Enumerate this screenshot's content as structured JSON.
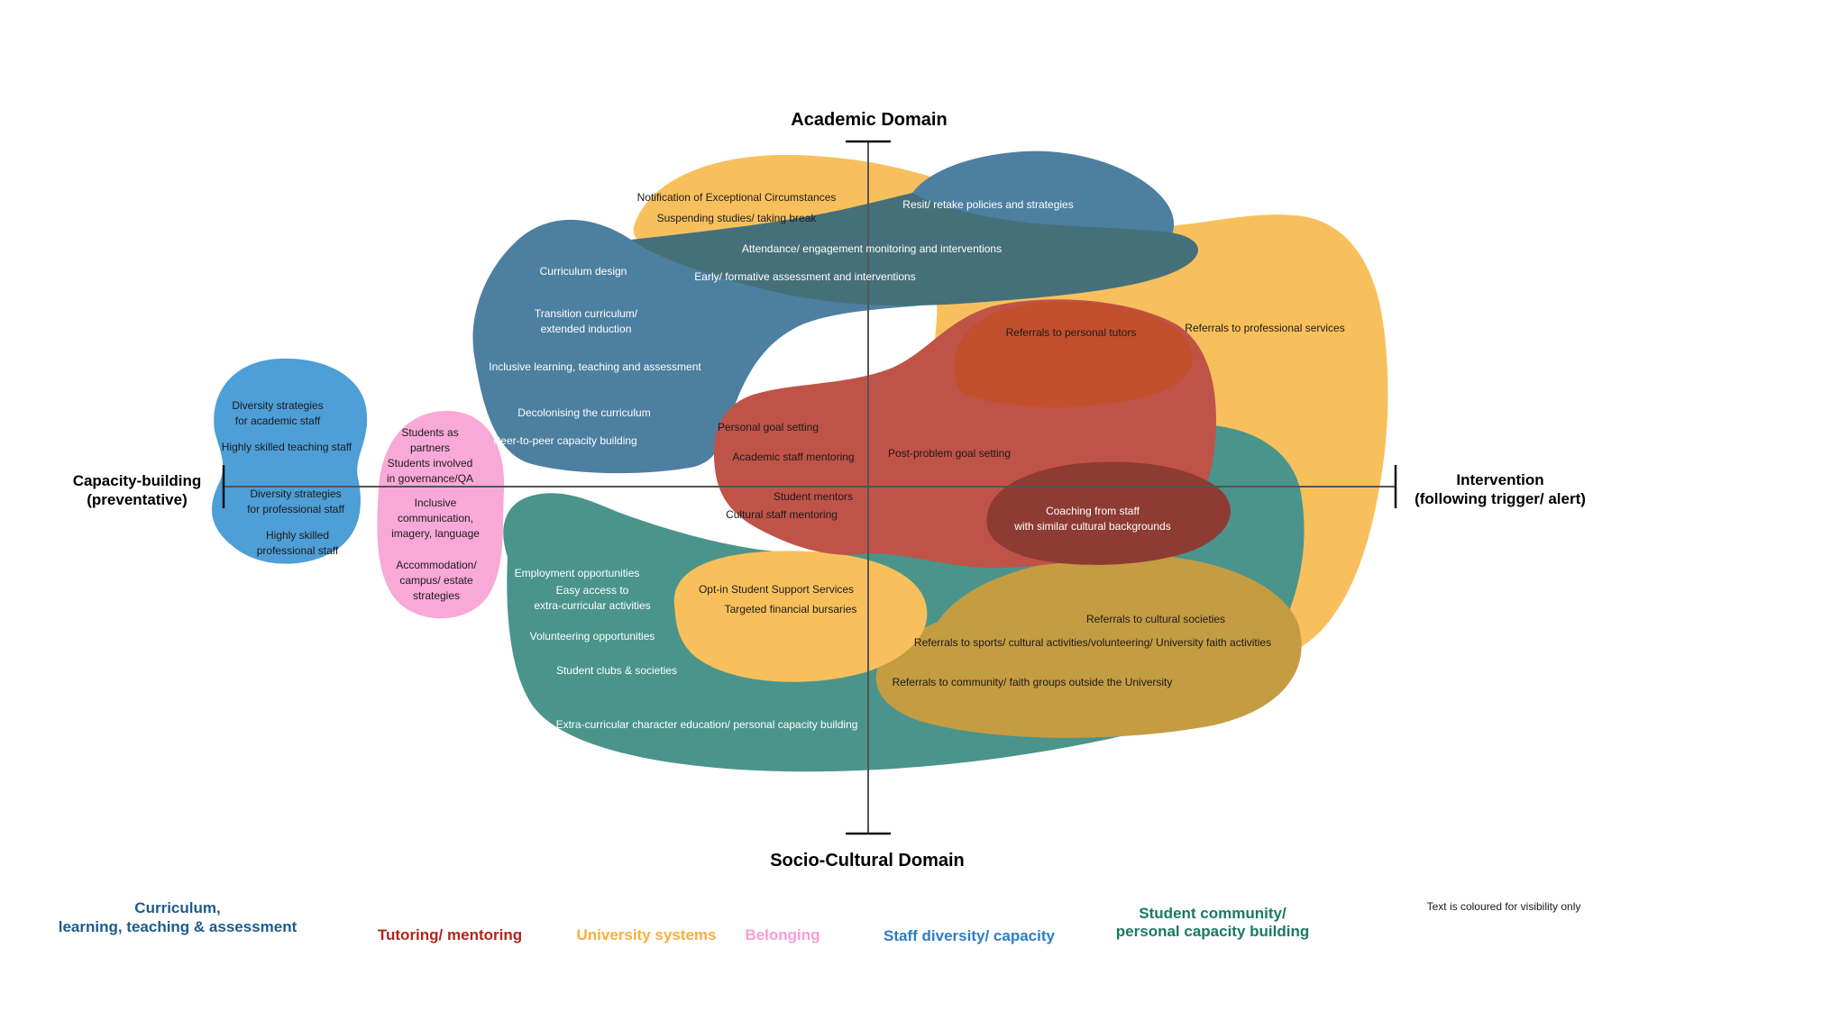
{
  "diagram": {
    "axis": {
      "top": "Academic Domain",
      "bottom": "Socio-Cultural Domain",
      "left": [
        "Capacity-building",
        "(preventative)"
      ],
      "right": [
        "Intervention",
        "(following trigger/ alert)"
      ]
    },
    "colors": {
      "yellow": "#F8C05C",
      "steel_blue": "#4D7FA1",
      "overlap_blue_yellow": "#45707A",
      "bright_blue": "#4E9ED7",
      "pink": "#F8A9D7",
      "red": "#C05348",
      "overlap_red_yellow": "#C24F2C",
      "overlap_red_teal": "#8E3B33",
      "teal": "#4A948B",
      "overlap_teal_yellow": "#C49C42",
      "axis_line": "#555555",
      "tick": "#111111"
    },
    "blobs": {
      "curriculum": {
        "items": [
          [
            "Curriculum design"
          ],
          [
            "Transition curriculum/",
            "extended induction"
          ],
          [
            "Inclusive learning, teaching and assessment"
          ],
          [
            "Decolonising the curriculum"
          ],
          [
            "Peer-to-peer capacity building"
          ],
          [
            "Resit/ retake policies and strategies"
          ]
        ]
      },
      "university_systems": {
        "items": [
          [
            "Notification of Exceptional Circumstances"
          ],
          [
            "Suspending studies/ taking break"
          ],
          [
            "Referrals to professional services"
          ],
          [
            "Opt-in Student Support Services"
          ],
          [
            "Targeted financial bursaries"
          ]
        ]
      },
      "monitoring": {
        "items": [
          [
            "Attendance/ engagement monitoring and interventions"
          ],
          [
            "Early/ formative assessment and interventions"
          ]
        ]
      },
      "staff_diversity": {
        "items": [
          [
            "Diversity strategies",
            "for academic staff"
          ],
          [
            "Highly skilled teaching staff"
          ],
          [
            "Diversity strategies",
            "for professional staff"
          ],
          [
            "Highly skilled",
            "professional staff"
          ]
        ]
      },
      "belonging": {
        "items": [
          [
            "Students as",
            "partners"
          ],
          [
            "Students involved",
            "in governance/QA"
          ],
          [
            "Inclusive",
            "communication,",
            "imagery, language"
          ],
          [
            "Accommodation/",
            "campus/ estate",
            "strategies"
          ]
        ]
      },
      "tutoring": {
        "items": [
          [
            "Referrals to personal tutors"
          ],
          [
            "Personal goal setting"
          ],
          [
            "Academic staff mentoring"
          ],
          [
            "Post-problem goal setting"
          ],
          [
            "Student mentors"
          ],
          [
            "Cultural staff mentoring"
          ],
          [
            "Coaching from staff",
            "with similar cultural backgrounds"
          ]
        ]
      },
      "student_community": {
        "items": [
          [
            "Employment opportunities"
          ],
          [
            "Easy access to",
            "extra-curricular activities"
          ],
          [
            "Volunteering opportunities"
          ],
          [
            "Student clubs & societies"
          ],
          [
            "Extra-curricular character education/ personal capacity building"
          ]
        ]
      },
      "referrals_olive": {
        "items": [
          [
            "Referrals to cultural societies"
          ],
          [
            "Referrals to sports/ cultural activities/volunteering/ University faith activities"
          ],
          [
            "Referrals to community/ faith groups outside the University"
          ]
        ]
      }
    },
    "legend": {
      "items": [
        {
          "lines": [
            "Curriculum,",
            "learning, teaching & assessment"
          ],
          "color": "#1C5C8E"
        },
        {
          "lines": [
            "Tutoring/ mentoring"
          ],
          "color": "#B2251C"
        },
        {
          "lines": [
            "University systems"
          ],
          "color": "#FAAE3B"
        },
        {
          "lines": [
            "Belonging"
          ],
          "color": "#F99BD5"
        },
        {
          "lines": [
            "Staff diversity/ capacity"
          ],
          "color": "#2C7EC6"
        },
        {
          "lines": [
            "Student community/",
            "personal capacity building"
          ],
          "color": "#1A7A62"
        }
      ],
      "note": "Text is coloured for visibility only"
    }
  }
}
